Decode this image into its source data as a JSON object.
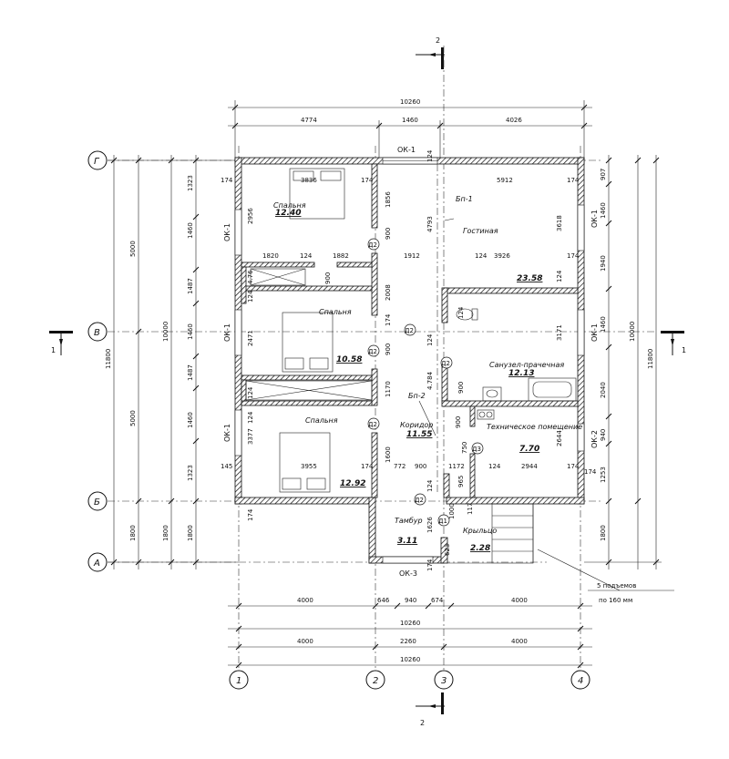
{
  "section_marks": {
    "top": "2",
    "bottom": "2",
    "left": "1",
    "right": "1"
  },
  "axes": {
    "rows": [
      "Г",
      "В",
      "Б",
      "А"
    ],
    "cols": [
      "1",
      "2",
      "3",
      "4"
    ]
  },
  "dims_top": {
    "overall": "10260",
    "left": "4774",
    "mid": "1460",
    "right": "4026"
  },
  "dims_bottom": {
    "row1": [
      "4000",
      "646",
      "940",
      "674",
      "4000"
    ],
    "total1": "10260",
    "row2": [
      "4000",
      "2260",
      "4000"
    ],
    "total2": "10260"
  },
  "dims_left": {
    "outer": "11800",
    "mid": [
      "5000",
      "5000",
      "1800"
    ],
    "inner": [
      "10000",
      "1800"
    ],
    "detail": [
      "1323",
      "1460",
      "1487",
      "1460",
      "1487",
      "1460",
      "1323",
      "1800"
    ]
  },
  "dims_right": {
    "outer": "11800",
    "mid": "10000",
    "detail": [
      "907",
      "1460",
      "1940",
      "1460",
      "2040",
      "940",
      "1253",
      "1800"
    ]
  },
  "windows": {
    "top": "ОК-1",
    "left_upper": "ОК-1",
    "left_mid": "ОК-1",
    "left_lower": "ОК-1",
    "right_upper": "ОК-1",
    "right_mid": "ОК-1",
    "right_lower": "ОК-2",
    "bottom": "ОК-3"
  },
  "rooms": [
    {
      "name": "Спальня",
      "area": "12.40"
    },
    {
      "name": "Гостиная",
      "area": "23.58"
    },
    {
      "name": "Спальня",
      "area": "10.58"
    },
    {
      "name": "Санузел-прачечная",
      "area": "12.13"
    },
    {
      "name": "Спальня",
      "area": "12.92"
    },
    {
      "name": "Коридор",
      "area": "11.55"
    },
    {
      "name": "Техническое помещение",
      "area": "7.70"
    },
    {
      "name": "Тамбур",
      "area": "3.11"
    },
    {
      "name": "Крыльцо",
      "area": "2.28"
    }
  ],
  "beams": {
    "b1": "Бп-1",
    "b2": "Бп-2"
  },
  "doors": [
    "Д2",
    "Д2",
    "Д2",
    "Д2",
    "Д2",
    "Д3",
    "Д1"
  ],
  "inner_dims": {
    "r1": [
      "174",
      "3836",
      "174",
      "2956",
      "1820",
      "124",
      "1882",
      "4793",
      "1856",
      "900"
    ],
    "r2": [
      "5912",
      "3618",
      "3926",
      "124",
      "174",
      "1912",
      "174",
      "174"
    ],
    "r3": [
      "4.76",
      "124",
      "900",
      "2008",
      "2471",
      "124",
      "124",
      "900",
      "174",
      "124",
      "3171",
      "4.784",
      "900",
      "124",
      "1170"
    ],
    "r4": [
      "3377",
      "124",
      "3955",
      "174",
      "145",
      "772",
      "900",
      "1172",
      "2944",
      "124",
      "174",
      "750",
      "900",
      "2644",
      "1600"
    ],
    "r5": [
      "174",
      "965",
      "1000",
      "1626",
      "623",
      "117",
      "174",
      "124",
      "124"
    ]
  },
  "annotation": {
    "line1": "5 подъемов",
    "line2": "по 160 мм"
  }
}
